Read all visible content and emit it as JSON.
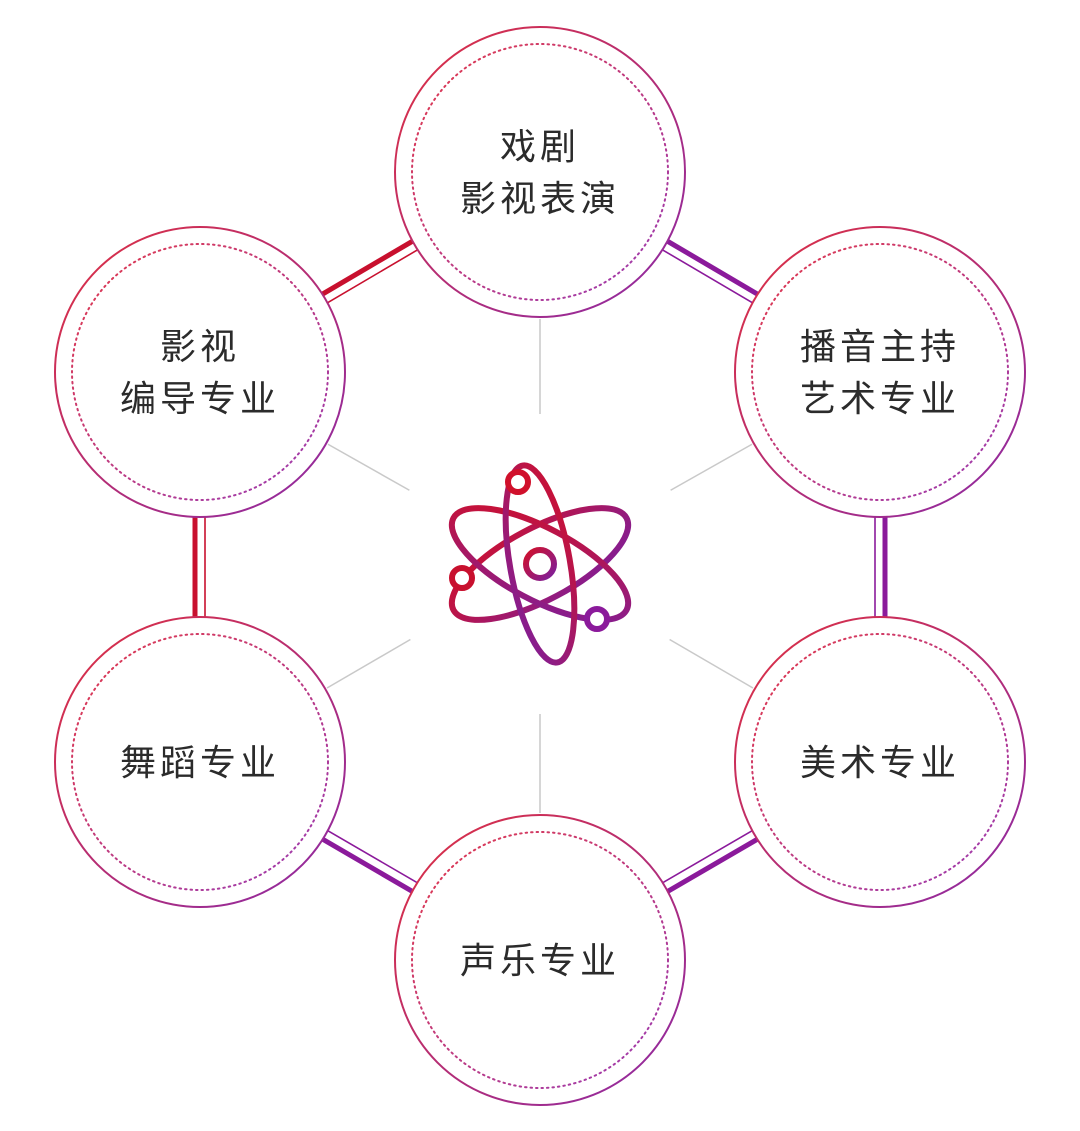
{
  "colors": {
    "red": "#c8102e",
    "purple": "#8b1a9b",
    "spoke": "#c9c9c9",
    "text": "#2b2b2b"
  },
  "center": {
    "icon": "atom-icon"
  },
  "nodes": [
    {
      "id": "drama",
      "lines": [
        "戏剧",
        "影视表演"
      ]
    },
    {
      "id": "broadcasting",
      "lines": [
        "播音主持",
        "艺术专业"
      ]
    },
    {
      "id": "fine-arts",
      "lines": [
        "美术专业"
      ]
    },
    {
      "id": "vocal-music",
      "lines": [
        "声乐专业"
      ]
    },
    {
      "id": "dance",
      "lines": [
        "舞蹈专业"
      ]
    },
    {
      "id": "film-directing",
      "lines": [
        "影视",
        "编导专业"
      ]
    }
  ]
}
